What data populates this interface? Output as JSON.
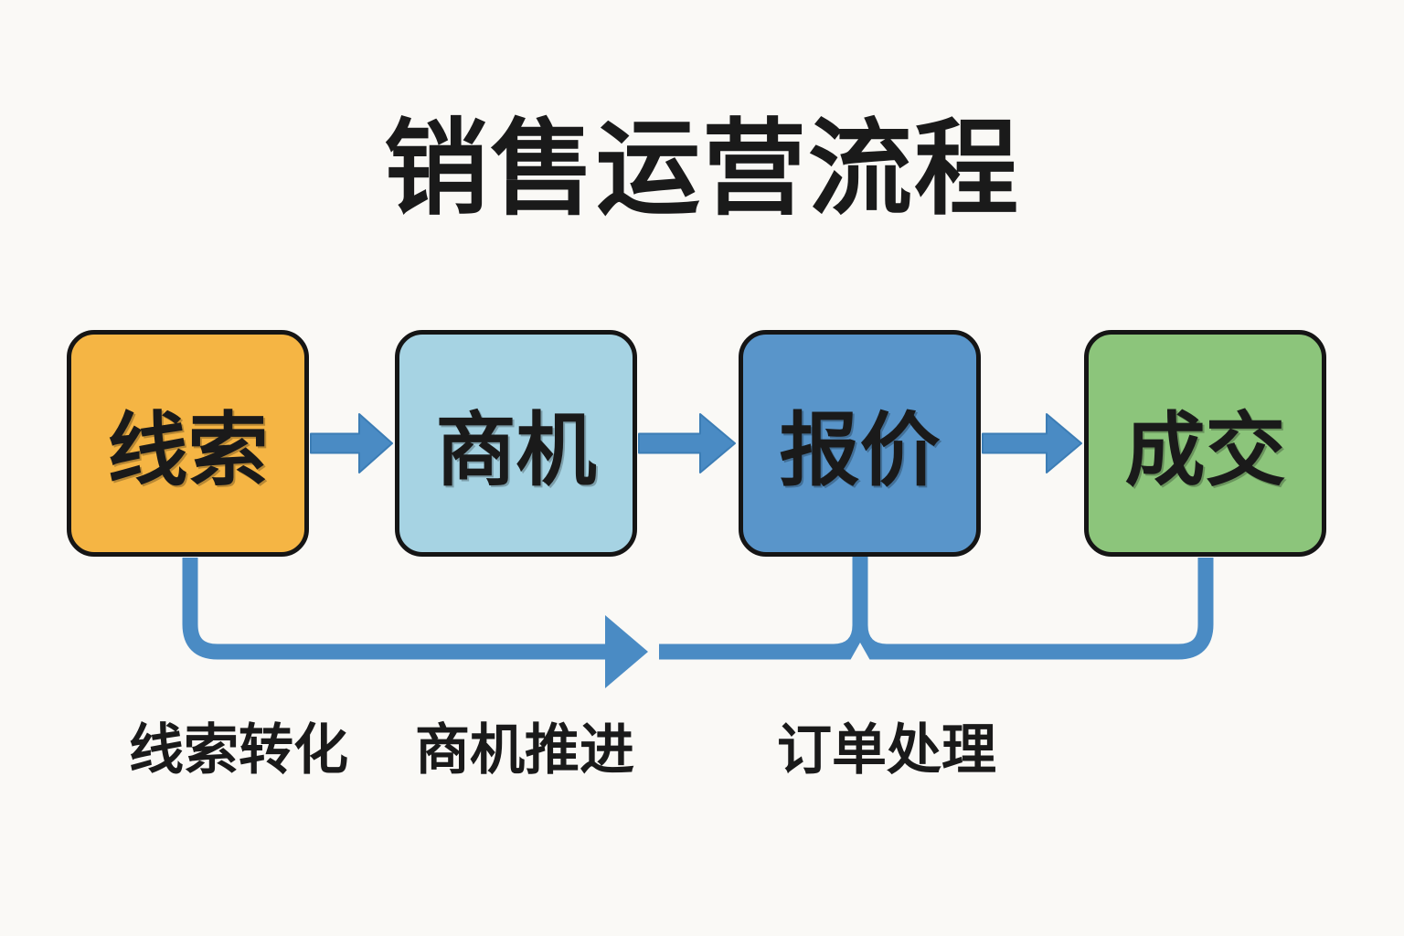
{
  "title": "销售运营流程",
  "colors": {
    "background": "#FAF9F6",
    "text": "#1A1A1A",
    "connector": "#4A8BC4",
    "connector_stroke": "#3C7DB5",
    "box_border": "#151515"
  },
  "stages": [
    {
      "id": "lead",
      "label": "线索",
      "color": "#F5B544"
    },
    {
      "id": "opportunity",
      "label": "商机",
      "color": "#A6D3E3"
    },
    {
      "id": "quote",
      "label": "报价",
      "color": "#5995CA"
    },
    {
      "id": "deal",
      "label": "成交",
      "color": "#8CC57B"
    }
  ],
  "process_labels": [
    {
      "id": "lead-conversion",
      "label": "线索转化"
    },
    {
      "id": "opportunity-advance",
      "label": "商机推进"
    },
    {
      "id": "order-processing",
      "label": "订单处理"
    }
  ]
}
